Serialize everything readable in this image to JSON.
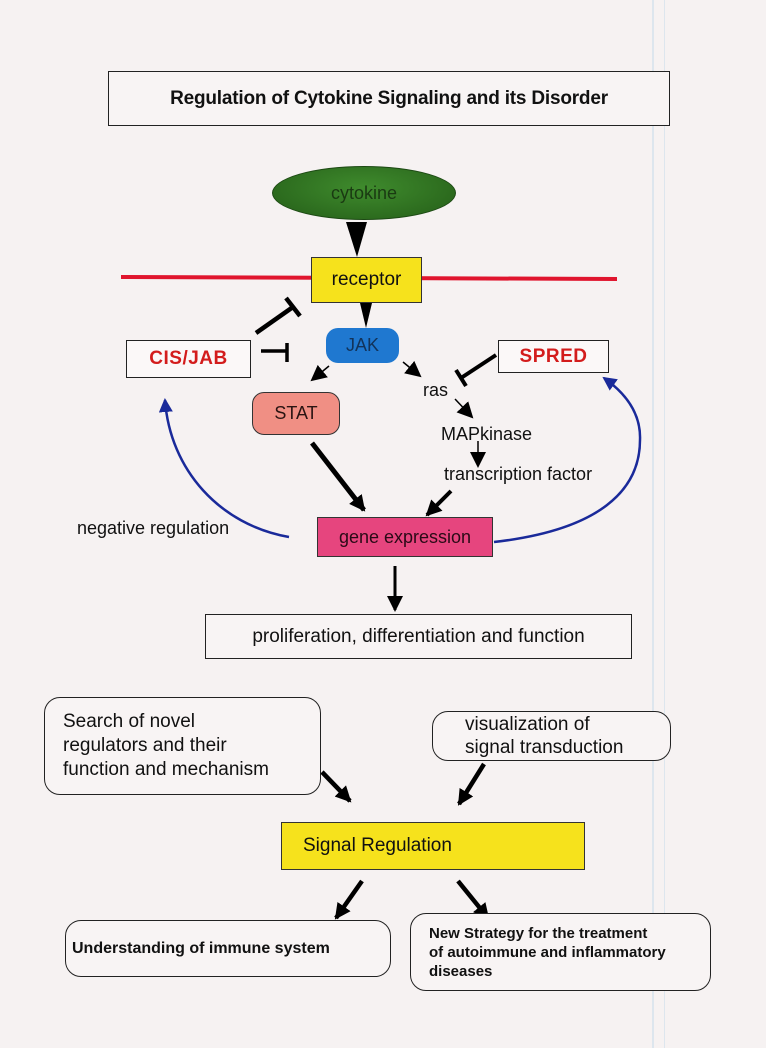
{
  "title": "Regulation of Cytokine Signaling and its Disorder",
  "colors": {
    "membrane": "#e0152e",
    "feedback_arrow": "#1a2a9a",
    "cytokine": "#2f7a22",
    "receptor": "#f6e21c",
    "jak": "#1f78d0",
    "stat": "#f08f84",
    "gene_expression": "#e6457e",
    "inhibitor_text": "#d31c1c",
    "signal_regulation": "#f6e21c"
  },
  "pathway": {
    "cytokine": "cytokine",
    "receptor": "receptor",
    "jak": "JAK",
    "cis_jab": "CIS/JAB",
    "spred": "SPRED",
    "stat": "STAT",
    "ras": "ras",
    "mapkinase": "MAPkinase",
    "transcription_factor": "transcription factor",
    "negative_regulation": "negative regulation",
    "gene_expression": "gene expression",
    "outcome": "proliferation, differentiation and function"
  },
  "research": {
    "search": "Search of novel\nregulators and their\nfunction and mechanism",
    "visualization": "visualization of\nsignal transduction",
    "signal_regulation": "Signal Regulation",
    "understanding": "Understanding of immune system",
    "strategy": "New Strategy for the treatment\nof autoimmune and inflammatory\ndiseases"
  }
}
